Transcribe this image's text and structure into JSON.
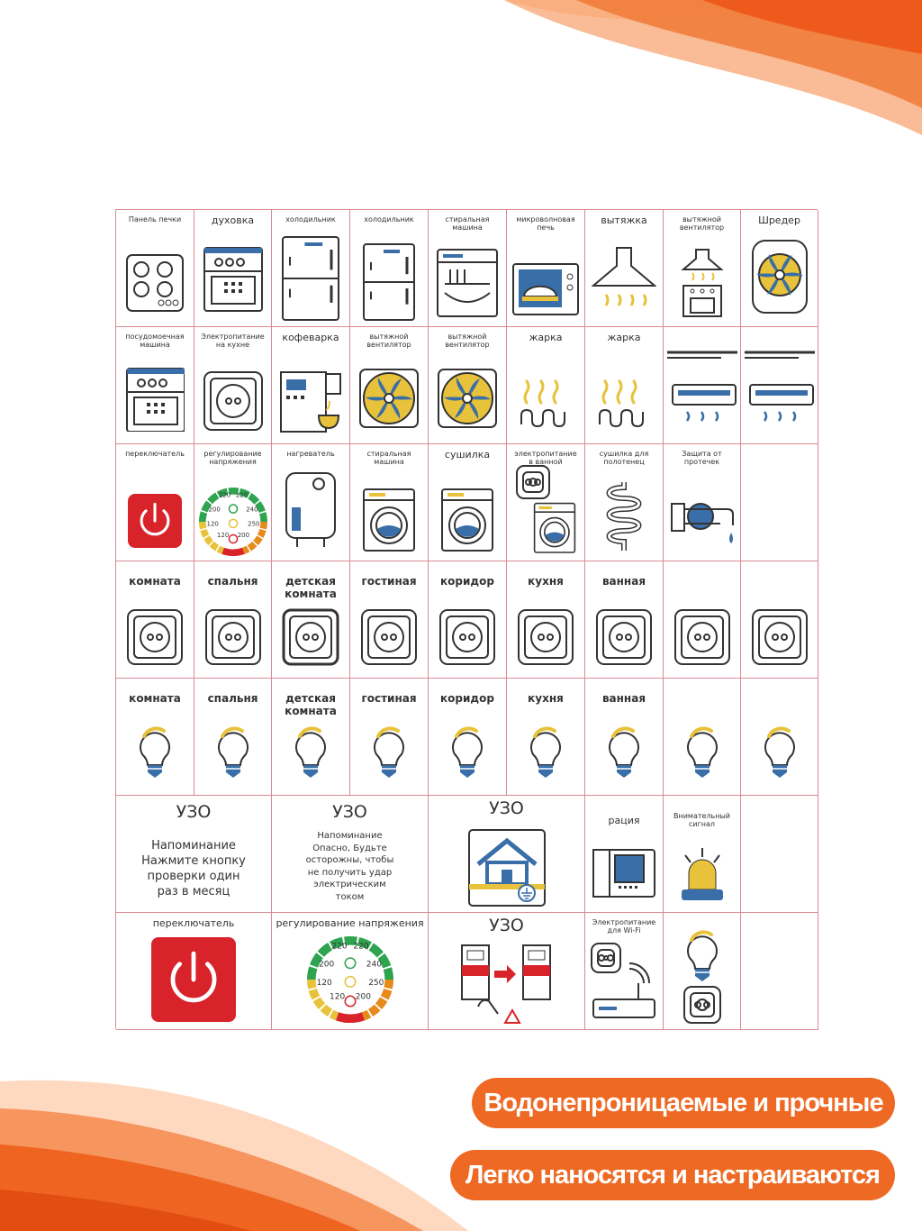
{
  "colors": {
    "accent": "#ee6a24",
    "grid": "#d98a96",
    "blue": "#3a6ea8",
    "yellow": "#e8c23a",
    "red": "#d8232a",
    "green": "#2ea44f"
  },
  "rows": [
    [
      "Панель печки",
      "духовка",
      "холодильник",
      "холодильник",
      "стиральная\nмашина",
      "микроволновая\nпечь",
      "вытяжка",
      "вытяжной\nвентилятор",
      "Шредер"
    ],
    [
      "посудомоечная\nмашина",
      "Электропитание\nна кухне",
      "кофеварка",
      "вытяжной\nвентилятор",
      "вытяжной\nвентилятор",
      "жарка",
      "жарка",
      "",
      ""
    ],
    [
      "переключатель",
      "регулирование\nнапряжения",
      "нагреватель",
      "стиральная\nмашина",
      "сушилка",
      "электропитание\nв ванной",
      "сушилка для\nполотенец",
      "Защита от\nпротечек",
      ""
    ],
    [
      "комната",
      "спальня",
      "детская\nкомната",
      "гостиная",
      "коридор",
      "кухня",
      "ванная",
      "",
      ""
    ],
    [
      "комната",
      "спальня",
      "детская\nкомната",
      "гостиная",
      "коридор",
      "кухня",
      "ванная",
      "",
      ""
    ]
  ],
  "row6": {
    "uzo1": {
      "title": "УЗО",
      "text": "Напоминание\nНажмите кнопку\nпроверки один\nраз в месяц"
    },
    "uzo2": {
      "title": "УЗО",
      "text": "Напоминание\nОпасно, Будьте\nосторожны, чтобы\nне получить удар\nэлектрическим\nтоком"
    },
    "uzo3": {
      "title": "УЗО"
    },
    "radio": "рация",
    "alarm": "Внимательный\nсигнал"
  },
  "row7": {
    "switch": "переключатель",
    "regulator": "регулирование напряжения",
    "uzo": "УЗО",
    "wifi": "Электропитание\nдля Wi-Fi"
  },
  "gauge": {
    "ticks": [
      "220",
      "220",
      "200",
      "240",
      "120",
      "250",
      "120",
      "200"
    ]
  },
  "banners": [
    "Водонепроницаемые и прочные",
    "Легко наносятся и настраиваются"
  ]
}
